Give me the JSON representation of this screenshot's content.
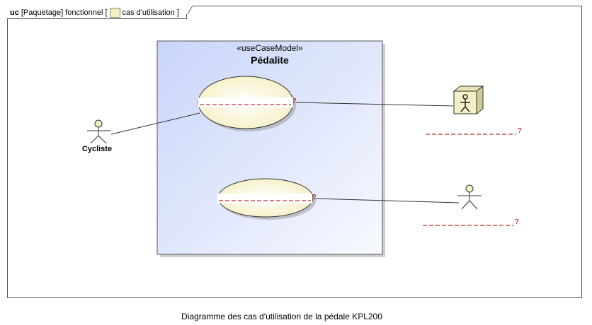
{
  "frame": {
    "kind": "uc",
    "package": "[Paquetage] fonctionnel",
    "name": "cas d'utilisation"
  },
  "subject": {
    "stereotype": "«useCaseModel»",
    "name": "Pédalite"
  },
  "actors": [
    {
      "id": "cycliste",
      "label": "Cycliste"
    }
  ],
  "unnamed_marker": "?",
  "caption": "Diagramme des cas d'utilisation de la pédale KPL200",
  "colors": {
    "subject_top": "#c9d5f9",
    "subject_bottom": "#f7f9ff",
    "usecase_fill": "#fbf8d9",
    "actor_fill": "#f3f0c5",
    "missing_name": "#aa0000"
  }
}
